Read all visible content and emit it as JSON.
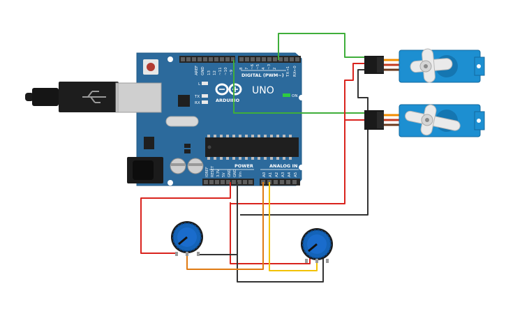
{
  "board": {
    "logo_text": "ARDUINO",
    "model": "UNO",
    "digital_label": "DIGITAL (PWM~)",
    "power_label": "POWER",
    "analog_label": "ANALOG IN",
    "on_label": "ON",
    "led_l": "L",
    "led_tx": "TX",
    "led_rx": "RX",
    "top_pins": [
      "AREF",
      "GND",
      "13",
      "12",
      "~11",
      "~10",
      "~9",
      "8",
      "7",
      "~6",
      "~5",
      "4",
      "~3",
      "2",
      "TX→1",
      "RX←0"
    ],
    "power_pins": [
      "IOREF",
      "RESET",
      "3.3V",
      "5V",
      "GND",
      "GND",
      "Vin"
    ],
    "analog_pins": [
      "A0",
      "A1",
      "A2",
      "A3",
      "A4",
      "A5"
    ]
  },
  "components": {
    "servo_top": "servo",
    "servo_bottom": "servo",
    "pot_left": "potentiometer",
    "pot_right": "potentiometer",
    "usb": "usb-cable",
    "power_jack": "dc-jack"
  },
  "colors": {
    "board": "#2c6a9c",
    "board_dark": "#1f5683",
    "header": "#2b2b2b",
    "wire_green": "#3fae3a",
    "wire_red": "#d9231d",
    "wire_black": "#333333",
    "wire_orange": "#e07a12",
    "wire_yellow": "#f2c200",
    "servo": "#1d8fd1",
    "pot": "#1463b8"
  }
}
